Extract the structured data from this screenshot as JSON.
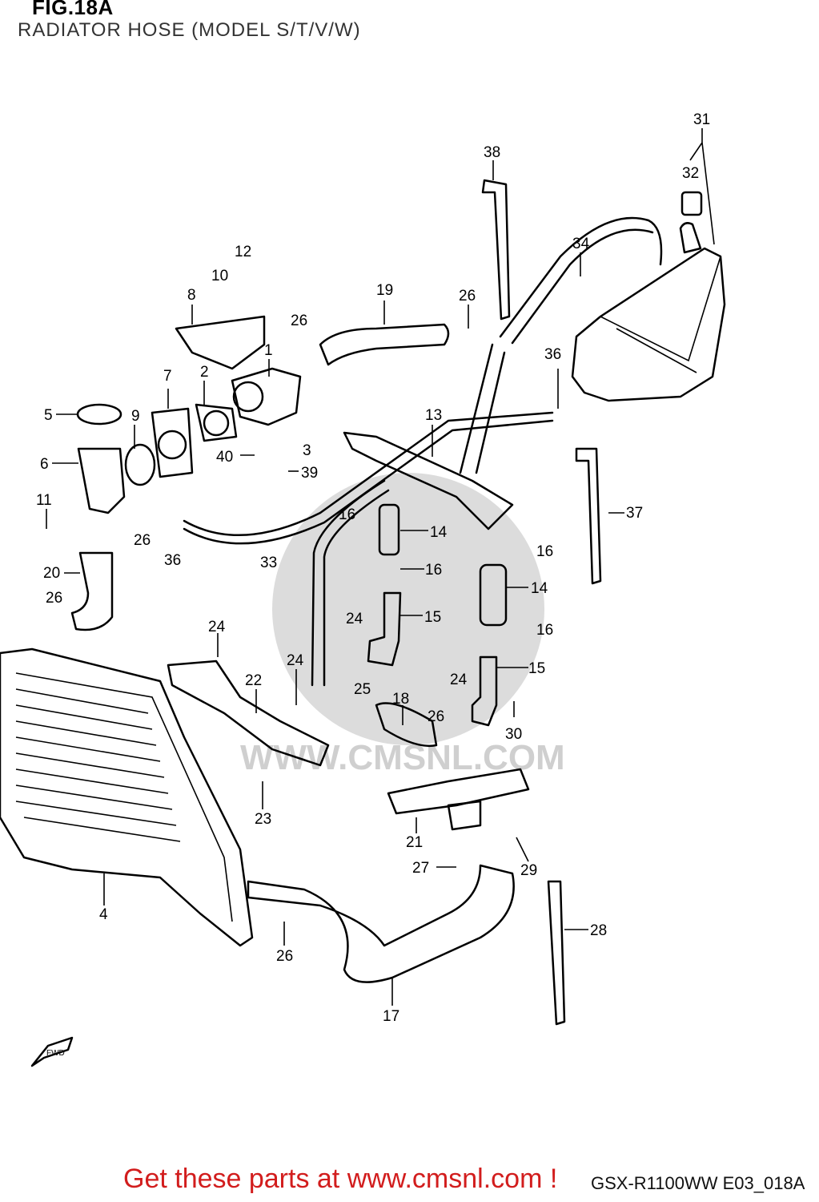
{
  "header": {
    "fig_title": "FIG.18A",
    "subtitle": "RADIATOR HOSE (MODEL S/T/V/W)"
  },
  "watermark": {
    "text": "WWW.CMSNL.COM",
    "logo": "cmsnl-logo"
  },
  "fwd_arrow": {
    "label": "FWD",
    "icon": "arrow-icon"
  },
  "footer": {
    "model_code": "GSX-R1100WW  E03_018A",
    "link_text": "Get these parts at www.cmsnl.com !",
    "link_color": "#d21d1d"
  },
  "callouts": [
    "31",
    "32",
    "38",
    "34",
    "12",
    "10",
    "8",
    "19",
    "26",
    "26",
    "1",
    "36",
    "7",
    "2",
    "5",
    "9",
    "13",
    "6",
    "3",
    "40",
    "39",
    "11",
    "26",
    "16",
    "36",
    "33",
    "14",
    "16",
    "37",
    "20",
    "16",
    "14",
    "26",
    "24",
    "15",
    "16",
    "24",
    "24",
    "15",
    "22",
    "25",
    "18",
    "24",
    "26",
    "30",
    "23",
    "21",
    "27",
    "29",
    "4",
    "28",
    "26",
    "17"
  ]
}
